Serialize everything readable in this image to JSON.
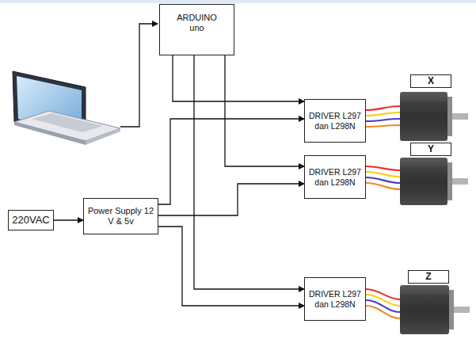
{
  "diagram": {
    "nodes": [
      {
        "text": [
          "ARDUINO uno"
        ]
      },
      {
        "text": [
          "X"
        ]
      },
      {
        "text": [
          "DRIVER L297 dan L298N"
        ]
      },
      {
        "text": [
          "Y"
        ]
      },
      {
        "text": [
          "DRIVER L297 dan L298N"
        ]
      },
      {
        "text": [
          "220VAC"
        ]
      },
      {
        "text": [
          "Power Supply 12 V & 5v"
        ]
      },
      {
        "text": [
          "Z"
        ]
      },
      {
        "text": [
          "DRIVER L297 dan L298N"
        ]
      }
    ],
    "edges": [
      {
        "from": 0,
        "to": 2,
        "arrow": "to"
      },
      {
        "from": 0,
        "to": 4,
        "arrow": "to"
      },
      {
        "from": 0,
        "to": 8,
        "arrow": "to"
      },
      {
        "from": 6,
        "to": 2,
        "arrow": "to"
      },
      {
        "from": 6,
        "to": 4,
        "arrow": "to"
      },
      {
        "from": 6,
        "to": 8,
        "arrow": "to"
      },
      {
        "from": 5,
        "to": 6,
        "arrow": "to"
      }
    ]
  }
}
